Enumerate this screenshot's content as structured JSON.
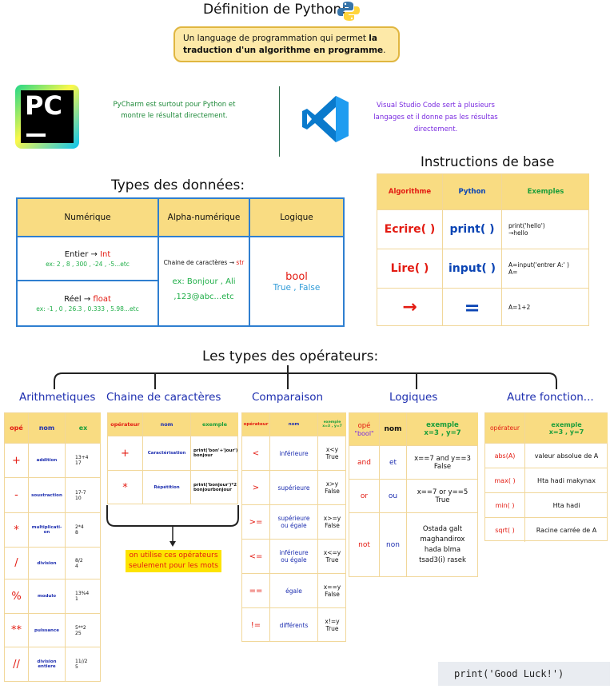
{
  "header": {
    "title": "Définition de Python:",
    "definition_part1": "Un language de programmation qui permet ",
    "definition_bold": "la traduction d'un algorithme en programme",
    "definition_end": "."
  },
  "ides": {
    "pycharm_logo_text": "PC",
    "pycharm_desc": "PyCharm est surtout pour Python et montre le résultat directement.",
    "vscode_desc": "Visual Studio Code sert à plusieurs langages et il donne pas les résultas directement."
  },
  "types": {
    "title": "Types des données:",
    "headers": [
      "Numérique",
      "Alpha-numérique",
      "Logique"
    ],
    "int_label": "Entier → ",
    "int_type": "Int",
    "int_ex": "ex: 2 , 8 , 300 , -24 , -5...etc",
    "float_label": "Réel → ",
    "float_type": "float",
    "float_ex": "ex: -1 , 0 , 26.3 , 0.333 , 5.98...etc",
    "str_label": "Chaine de caractères → ",
    "str_type": "str",
    "str_ex": "ex: Bonjour , Ali ,123@abc...etc",
    "bool_type": "bool",
    "bool_values": "True , False"
  },
  "instructions": {
    "title": "Instructions de base",
    "headers": [
      "Algorithme",
      "Python",
      "Exemples"
    ],
    "rows": [
      {
        "algo": "Ecrire( )",
        "python": "print( )",
        "example": "print('hello')\n→hello"
      },
      {
        "algo": "Lire( )",
        "python": "input( )",
        "example": "A=input('entrer A:' )\nA="
      },
      {
        "algo": "→",
        "python": "=",
        "example": "A=1+2"
      }
    ]
  },
  "operators": {
    "title": "Les types des opérateurs:",
    "arith": {
      "title": "Arithmetiques",
      "headers": [
        "opé",
        "nom",
        "ex"
      ],
      "rows": [
        {
          "op": "+",
          "name": "addition",
          "ex": "13+4\n17"
        },
        {
          "op": "-",
          "name": "soustraction",
          "ex": "17-7\n10"
        },
        {
          "op": "*",
          "name": "multiplicati-\non",
          "ex": "2*4\n8"
        },
        {
          "op": "/",
          "name": "division",
          "ex": "8/2\n4"
        },
        {
          "op": "%",
          "name": "modulo",
          "ex": "13%4\n1"
        },
        {
          "op": "**",
          "name": "puissance",
          "ex": "5**2\n25"
        },
        {
          "op": "//",
          "name": "division\nentiere",
          "ex": "11//2\n5"
        }
      ]
    },
    "chaine": {
      "title": "Chaine de caractères",
      "headers": [
        "opérateur",
        "nom",
        "exemple"
      ],
      "rows": [
        {
          "op": "+",
          "name": "Caractérisation",
          "ex": "print('bon'+'jour')\nbonjour"
        },
        {
          "op": "*",
          "name": "Répétition",
          "ex": "print('bonjour')*2\nbonjourbonjour"
        }
      ],
      "note": "on utilise ces opérateurs seulement pour les mots"
    },
    "comparaison": {
      "title": "Comparaison",
      "headers": [
        "opérateur",
        "nom",
        "exemple\nx=3 , y=7"
      ],
      "rows": [
        {
          "op": "<",
          "name": "inférieure",
          "ex": "x<y\nTrue"
        },
        {
          "op": ">",
          "name": "supérieure",
          "ex": "x>y\nFalse"
        },
        {
          "op": ">=",
          "name": "supérieure\nou égale",
          "ex": "x>=y\nFalse"
        },
        {
          "op": "<=",
          "name": "inférieure\nou égale",
          "ex": "x<=y\nTrue"
        },
        {
          "op": "==",
          "name": "égale",
          "ex": "x==y\nFalse"
        },
        {
          "op": "!=",
          "name": "différents",
          "ex": "x!=y\nTrue"
        }
      ]
    },
    "logiques": {
      "title": "Logiques",
      "header_ope": "opé",
      "header_bool": "\"bool\"",
      "header_nom": "nom",
      "header_ex": "exemple\nx=3 , y=7",
      "rows": [
        {
          "op": "and",
          "name": "et",
          "ex": "x==7 and y==3\nFalse"
        },
        {
          "op": "or",
          "name": "ou",
          "ex": "x==7 or y==5\nTrue"
        },
        {
          "op": "not",
          "name": "non",
          "ex": "Ostada galt\nmaghandirox\nhada blma\ntsad3(i) rasek"
        }
      ]
    },
    "autre": {
      "title": "Autre fonction...",
      "headers": [
        "opérateur",
        "exemple\nx=3 , y=7"
      ],
      "rows": [
        {
          "op": "abs(A)",
          "ex": "valeur absolue de A"
        },
        {
          "op": "max( )",
          "ex": "Hta hadi makynax"
        },
        {
          "op": "min( )",
          "ex": "Hta hadi"
        },
        {
          "op": "sqrt( )",
          "ex": "Racine carrée de A"
        }
      ]
    }
  },
  "footer": {
    "code": "print('Good Luck!')"
  },
  "colors": {
    "yellow": "#f9dc82",
    "blue_border": "#2f7fd0",
    "red": "#e31b12",
    "blue": "#0a44b4",
    "green": "#1b9e3a",
    "purple": "#6a2ad8"
  },
  "icons": [
    "python-logo-icon",
    "pycharm-logo-icon",
    "vscode-logo-icon",
    "down-arrow-icon"
  ]
}
